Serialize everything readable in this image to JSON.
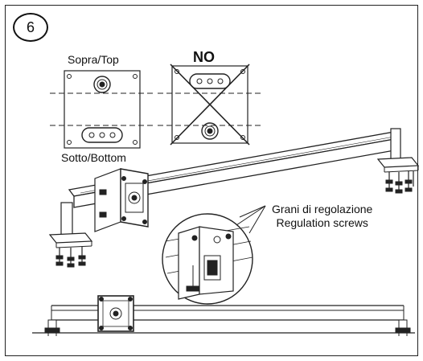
{
  "step_number": "6",
  "labels": {
    "top": "Sopra/Top",
    "bottom": "Sotto/Bottom",
    "no": "NO",
    "screws_it": "Grani di regolazione",
    "screws_en": "Regulation screws"
  }
}
